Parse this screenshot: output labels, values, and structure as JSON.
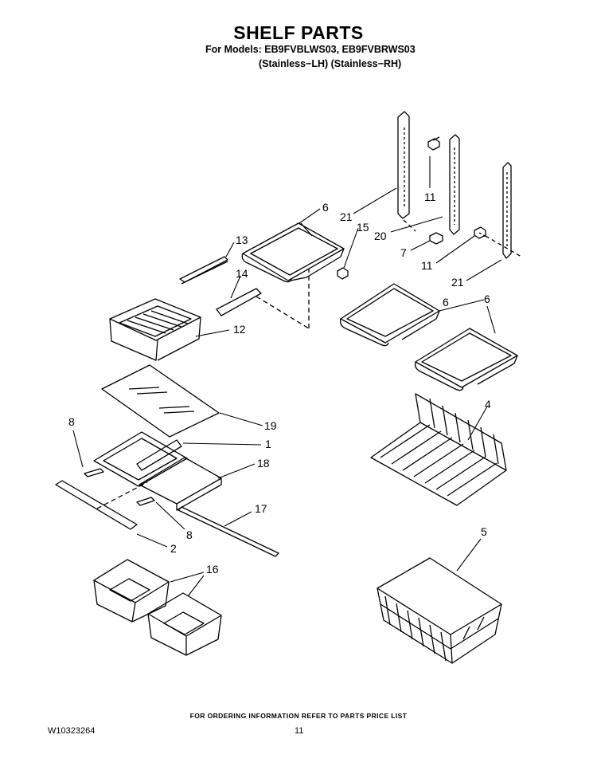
{
  "header": {
    "title": "SHELF PARTS",
    "models_line": "For Models: EB9FVBLWS03, EB9FVBRWS03",
    "variants_line": "(Stainless−LH)   (Stainless−RH)"
  },
  "callouts": [
    "21",
    "11",
    "20",
    "7",
    "11",
    "21",
    "6",
    "15",
    "13",
    "14",
    "12",
    "6",
    "6",
    "4",
    "19",
    "1",
    "8",
    "18",
    "17",
    "8",
    "2",
    "5",
    "16"
  ],
  "footer": {
    "ordering_note": "FOR ORDERING INFORMATION REFER TO PARTS PRICE LIST",
    "doc_number": "W10323264",
    "page_number": "11"
  }
}
